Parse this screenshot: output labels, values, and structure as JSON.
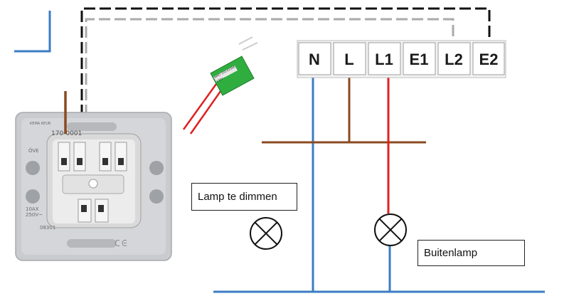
{
  "terminal_block": {
    "terminals": [
      "N",
      "L",
      "L1",
      "E1",
      "L2",
      "E2"
    ]
  },
  "switch_module": {
    "brand_mark": "KEMA KEUR",
    "part_number": "170-0001",
    "approval_mark": "ÖVE",
    "rating_line1": "10AX",
    "rating_line2": "250V~",
    "code": "08301"
  },
  "dimmer_module": {
    "label_line1": "NIKO 310-01000",
    "label_line2": "230V~"
  },
  "labels": {
    "dim_lamp": "Lamp te dimmen",
    "outside_lamp": "Buitenlamp"
  },
  "colors": {
    "neutral_wire": "#3b7cc4",
    "live_wire": "#8a4a1f",
    "l1_wire": "#e02020",
    "l2_wire": "#aaaaaa",
    "e2_wire": "#111111",
    "dimmer_body": "#2fae3f"
  }
}
